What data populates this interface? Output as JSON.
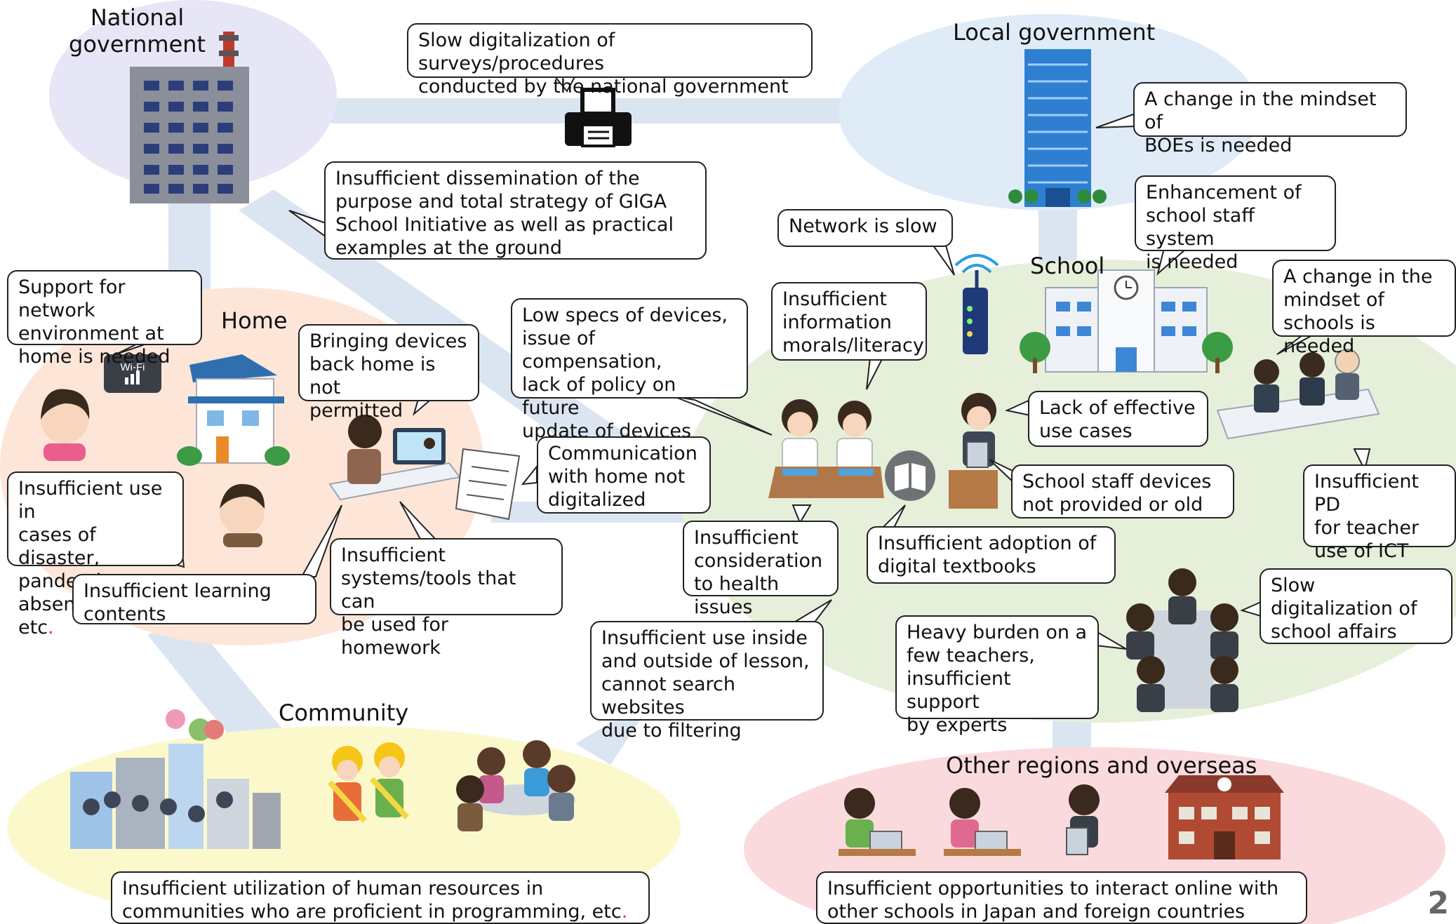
{
  "colors": {
    "national": "#e7e6f7",
    "local": "#dfecf8",
    "home": "#fde6d8",
    "school": "#e6efd9",
    "community": "#fbf8cc",
    "overseas": "#fbdadd",
    "connector": "#dbe5f2"
  },
  "regions": {
    "national": "National\ngovernment",
    "local": "Local government",
    "home": "Home",
    "school": "School",
    "community": "Community",
    "overseas": "Other regions and overseas"
  },
  "bubbles": {
    "national_digital": "Slow digitalization of surveys/procedures\nconducted by the national government",
    "dissemination": "Insufficient dissemination of the\npurpose and total strategy of GIGA\nSchool Initiative as well as practical\nexamples at the ground",
    "boe_mindset": "A change in the mindset of\nBOEs is needed",
    "network_slow": "Network is slow",
    "staff_system": "Enhancement of\nschool staff system\nis needed",
    "school_mindset": "A change in the\nmindset of\nschools is needed",
    "home_network": "Support for network\nenvironment at\nhome is needed",
    "bring_home": "Bringing devices\nback home is not\npermitted",
    "low_specs": "Low specs of devices,\nissue of compensation,\nlack of policy on future\nupdate of devices",
    "info_morals": "Insufficient\ninformation\nmorals/literacy",
    "effective_cases": "Lack of effective\nuse cases",
    "staff_devices": "School staff devices\nnot provided or old",
    "teacher_pd": "Insufficient PD\nfor teacher\nuse of ICT",
    "disaster_main": "Insufficient use in\ncases of disaster,\npandemic,\nabsenteeism, etc",
    "disaster_dot": ".",
    "communication": "Communication\nwith home not\ndigitalized",
    "health": "Insufficient\nconsideration\nto health issues",
    "textbooks": "Insufficient adoption of\ndigital textbooks",
    "learning_contents": "Insufficient learning\ncontents",
    "homework_tools": "Insufficient\nsystems/tools that can\nbe used for homework",
    "use_inside": "Insufficient use inside\nand outside of lesson,\ncannot search websites\ndue to filtering",
    "heavy_burden": "Heavy burden on a\nfew teachers,\ninsufficient support\nby experts",
    "school_affairs": "Slow\ndigitalization of\nschool affairs",
    "human_resources_main": "Insufficient utilization of human resources in\ncommunities who are proficient in programming, etc",
    "human_resources_dot": ".",
    "overseas_interact": "Insufficient opportunities to interact online with\nother schools in Japan and foreign countries"
  },
  "icons": {
    "wifi_label": "Wi-Fi"
  },
  "page_number": "2"
}
